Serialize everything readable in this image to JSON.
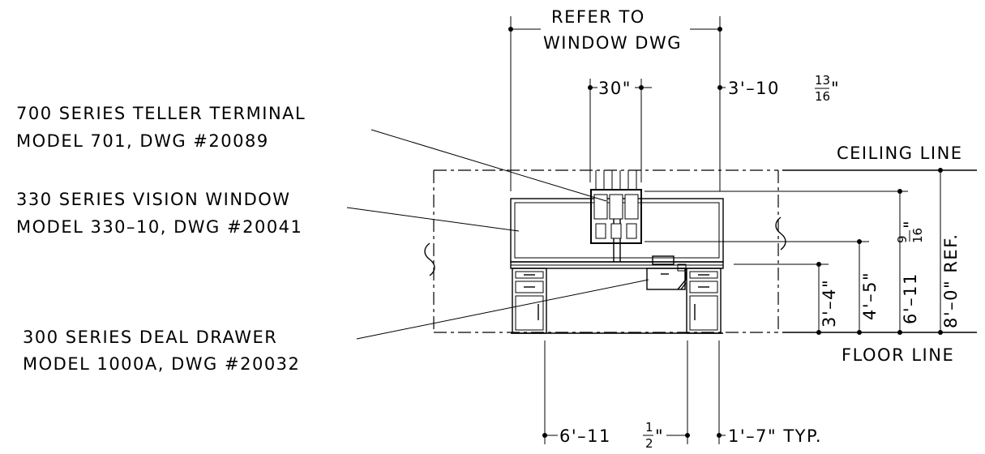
{
  "callouts": {
    "teller_terminal": {
      "line1": "700 SERIES TELLER TERMINAL",
      "line2": "MODEL 701, DWG #20089"
    },
    "vision_window": {
      "line1": "330 SERIES VISION WINDOW",
      "line2": "MODEL 330–10, DWG #20041"
    },
    "deal_drawer": {
      "line1": "300 SERIES DEAL DRAWER",
      "line2": "MODEL 1000A, DWG #20032"
    }
  },
  "refer": {
    "line1": "REFER TO",
    "line2": "WINDOW DWG"
  },
  "levels": {
    "ceiling": "CEILING LINE",
    "floor": "FLOOR LINE"
  },
  "dimensions": {
    "terminal_width": "30\"",
    "return_width": {
      "whole": "3'–10",
      "num": "13",
      "den": "16",
      "unit": "\""
    },
    "window_height": {
      "whole": "6'–11",
      "num": "9",
      "den": "16",
      "unit": "\""
    },
    "overall_height": "8'–0\" REF.",
    "counter_height": "4'–5\"",
    "deal_height": "3'–4\"",
    "station_width": {
      "whole": "6'–11",
      "num": "1",
      "den": "2",
      "unit": "\""
    },
    "pedestal_width": "1'–7\" TYP."
  }
}
